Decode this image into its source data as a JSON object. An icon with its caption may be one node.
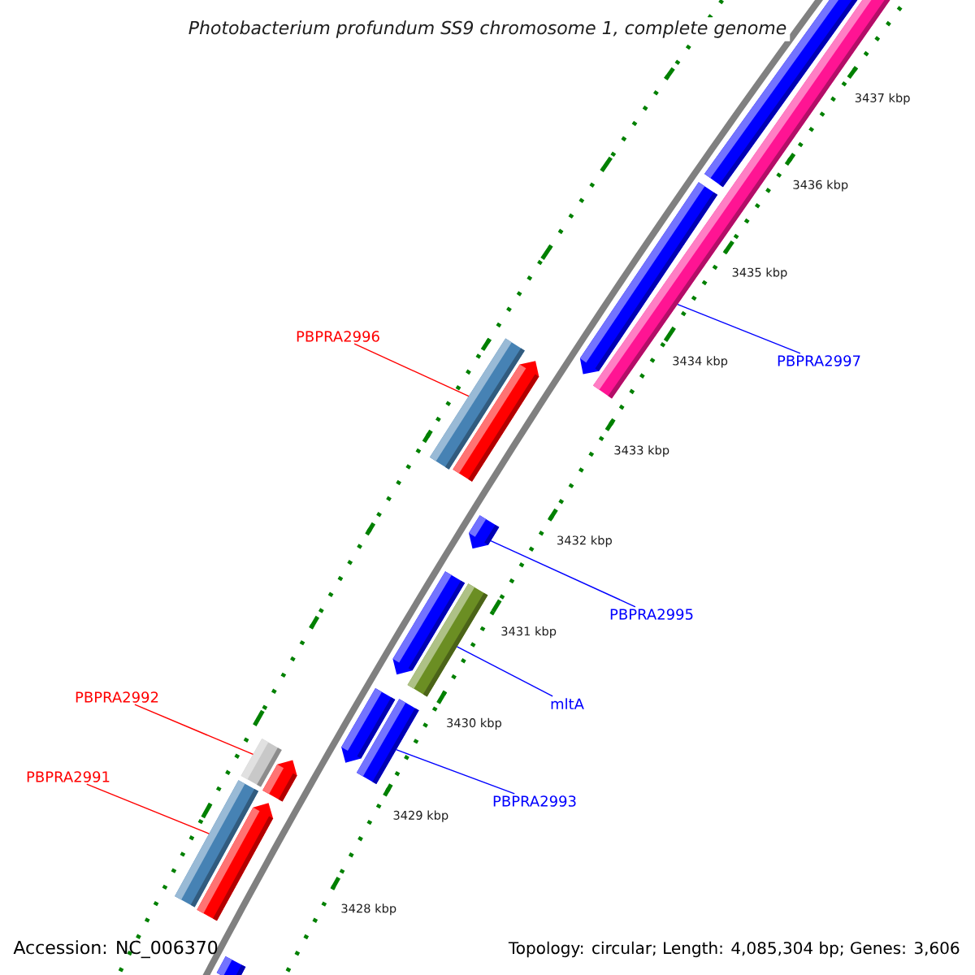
{
  "diagram": {
    "title": "Photobacterium profundum SS9 chromosome 1, complete genome",
    "nodes": [
      {
        "text": [
          "PBPRA2996"
        ]
      },
      {
        "text": [
          "PBPRA2997"
        ]
      },
      {
        "text": [
          "PBPRA2995"
        ]
      },
      {
        "text": [
          "mltA"
        ]
      },
      {
        "text": [
          "PBPRA2992"
        ]
      },
      {
        "text": [
          "PBPRA2993"
        ]
      },
      {
        "text": [
          "PBPRA2991"
        ]
      },
      {
        "text": [],
        "shape": "bar"
      },
      {
        "text": [],
        "shape": "bar"
      },
      {
        "text": [],
        "shape": "pentagon"
      },
      {
        "text": [],
        "shape": "bar"
      },
      {
        "text": [],
        "shape": "pentagon"
      },
      {
        "text": [],
        "shape": "pentagon"
      },
      {
        "text": [],
        "shape": "pentagon"
      },
      {
        "text": [],
        "shape": "bar"
      },
      {
        "text": [],
        "shape": "pentagon"
      },
      {
        "text": [],
        "shape": "bar"
      },
      {
        "text": [],
        "shape": "bar"
      },
      {
        "text": [],
        "shape": "pentagon"
      },
      {
        "text": [],
        "shape": "bar"
      },
      {
        "text": [],
        "shape": "pentagon"
      },
      {
        "text": [],
        "shape": "bar"
      }
    ],
    "edges": [
      {
        "from": 0,
        "to": 10,
        "arrow": "none",
        "color": "#ff0000"
      },
      {
        "from": 1,
        "to": 8,
        "arrow": "none"
      },
      {
        "from": 2,
        "to": 12,
        "arrow": "none"
      },
      {
        "from": 3,
        "to": 14,
        "arrow": "none"
      },
      {
        "from": 4,
        "to": 17,
        "arrow": "none",
        "color": "#ff0000"
      },
      {
        "from": 5,
        "to": 16,
        "arrow": "none"
      },
      {
        "from": 6,
        "to": 19,
        "arrow": "none",
        "color": "#ff0000"
      }
    ],
    "labels": [
      "3437 kbp",
      "3436 kbp",
      "3435 kbp",
      "3434 kbp",
      "3433 kbp",
      "3432 kbp",
      "3431 kbp",
      "3430 kbp",
      "3429 kbp",
      "3428 kbp",
      "Accession: NC_006370",
      "Topology: circular; Length: 4,085,304 bp; Genes: 3,606"
    ]
  }
}
